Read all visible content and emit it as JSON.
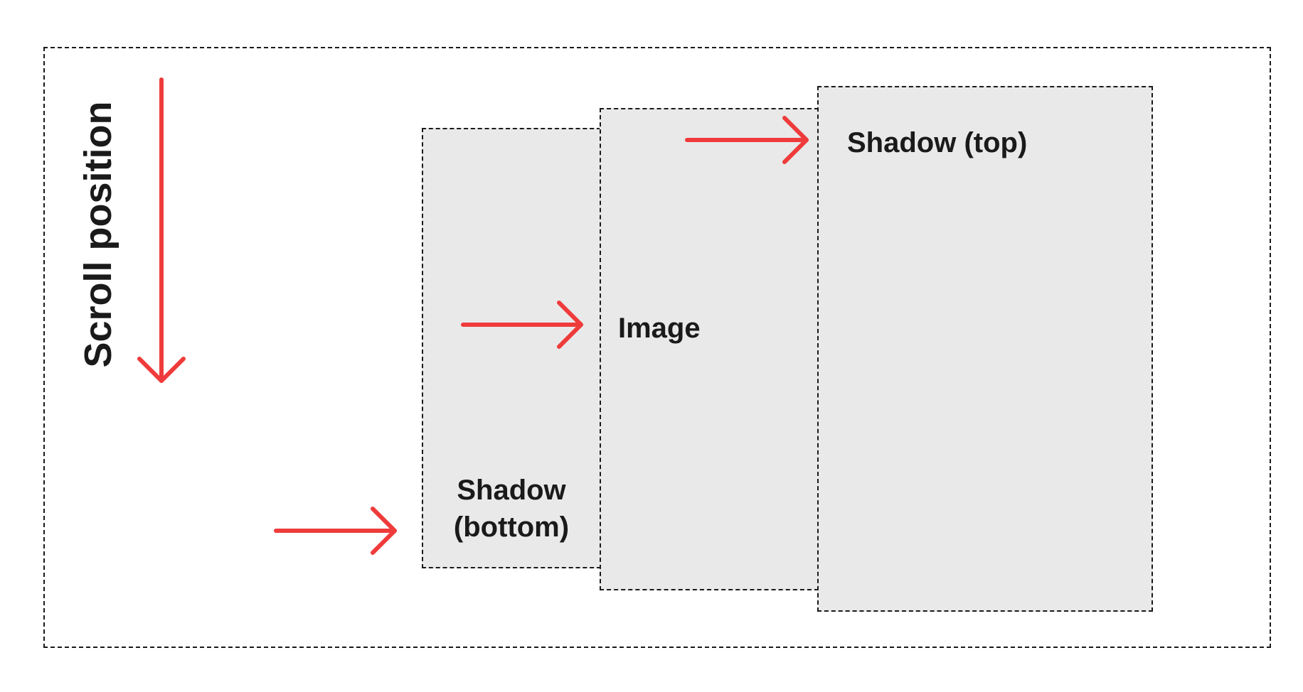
{
  "scroll": {
    "label": "Scroll position"
  },
  "layers": {
    "bottom_label": "Shadow (bottom)",
    "image_label": "Image",
    "top_label": "Shadow (top)"
  },
  "colors": {
    "arrow": "#ef3b3b",
    "dash": "#1a1a1a",
    "layer_fill": "#e9e9e9"
  }
}
